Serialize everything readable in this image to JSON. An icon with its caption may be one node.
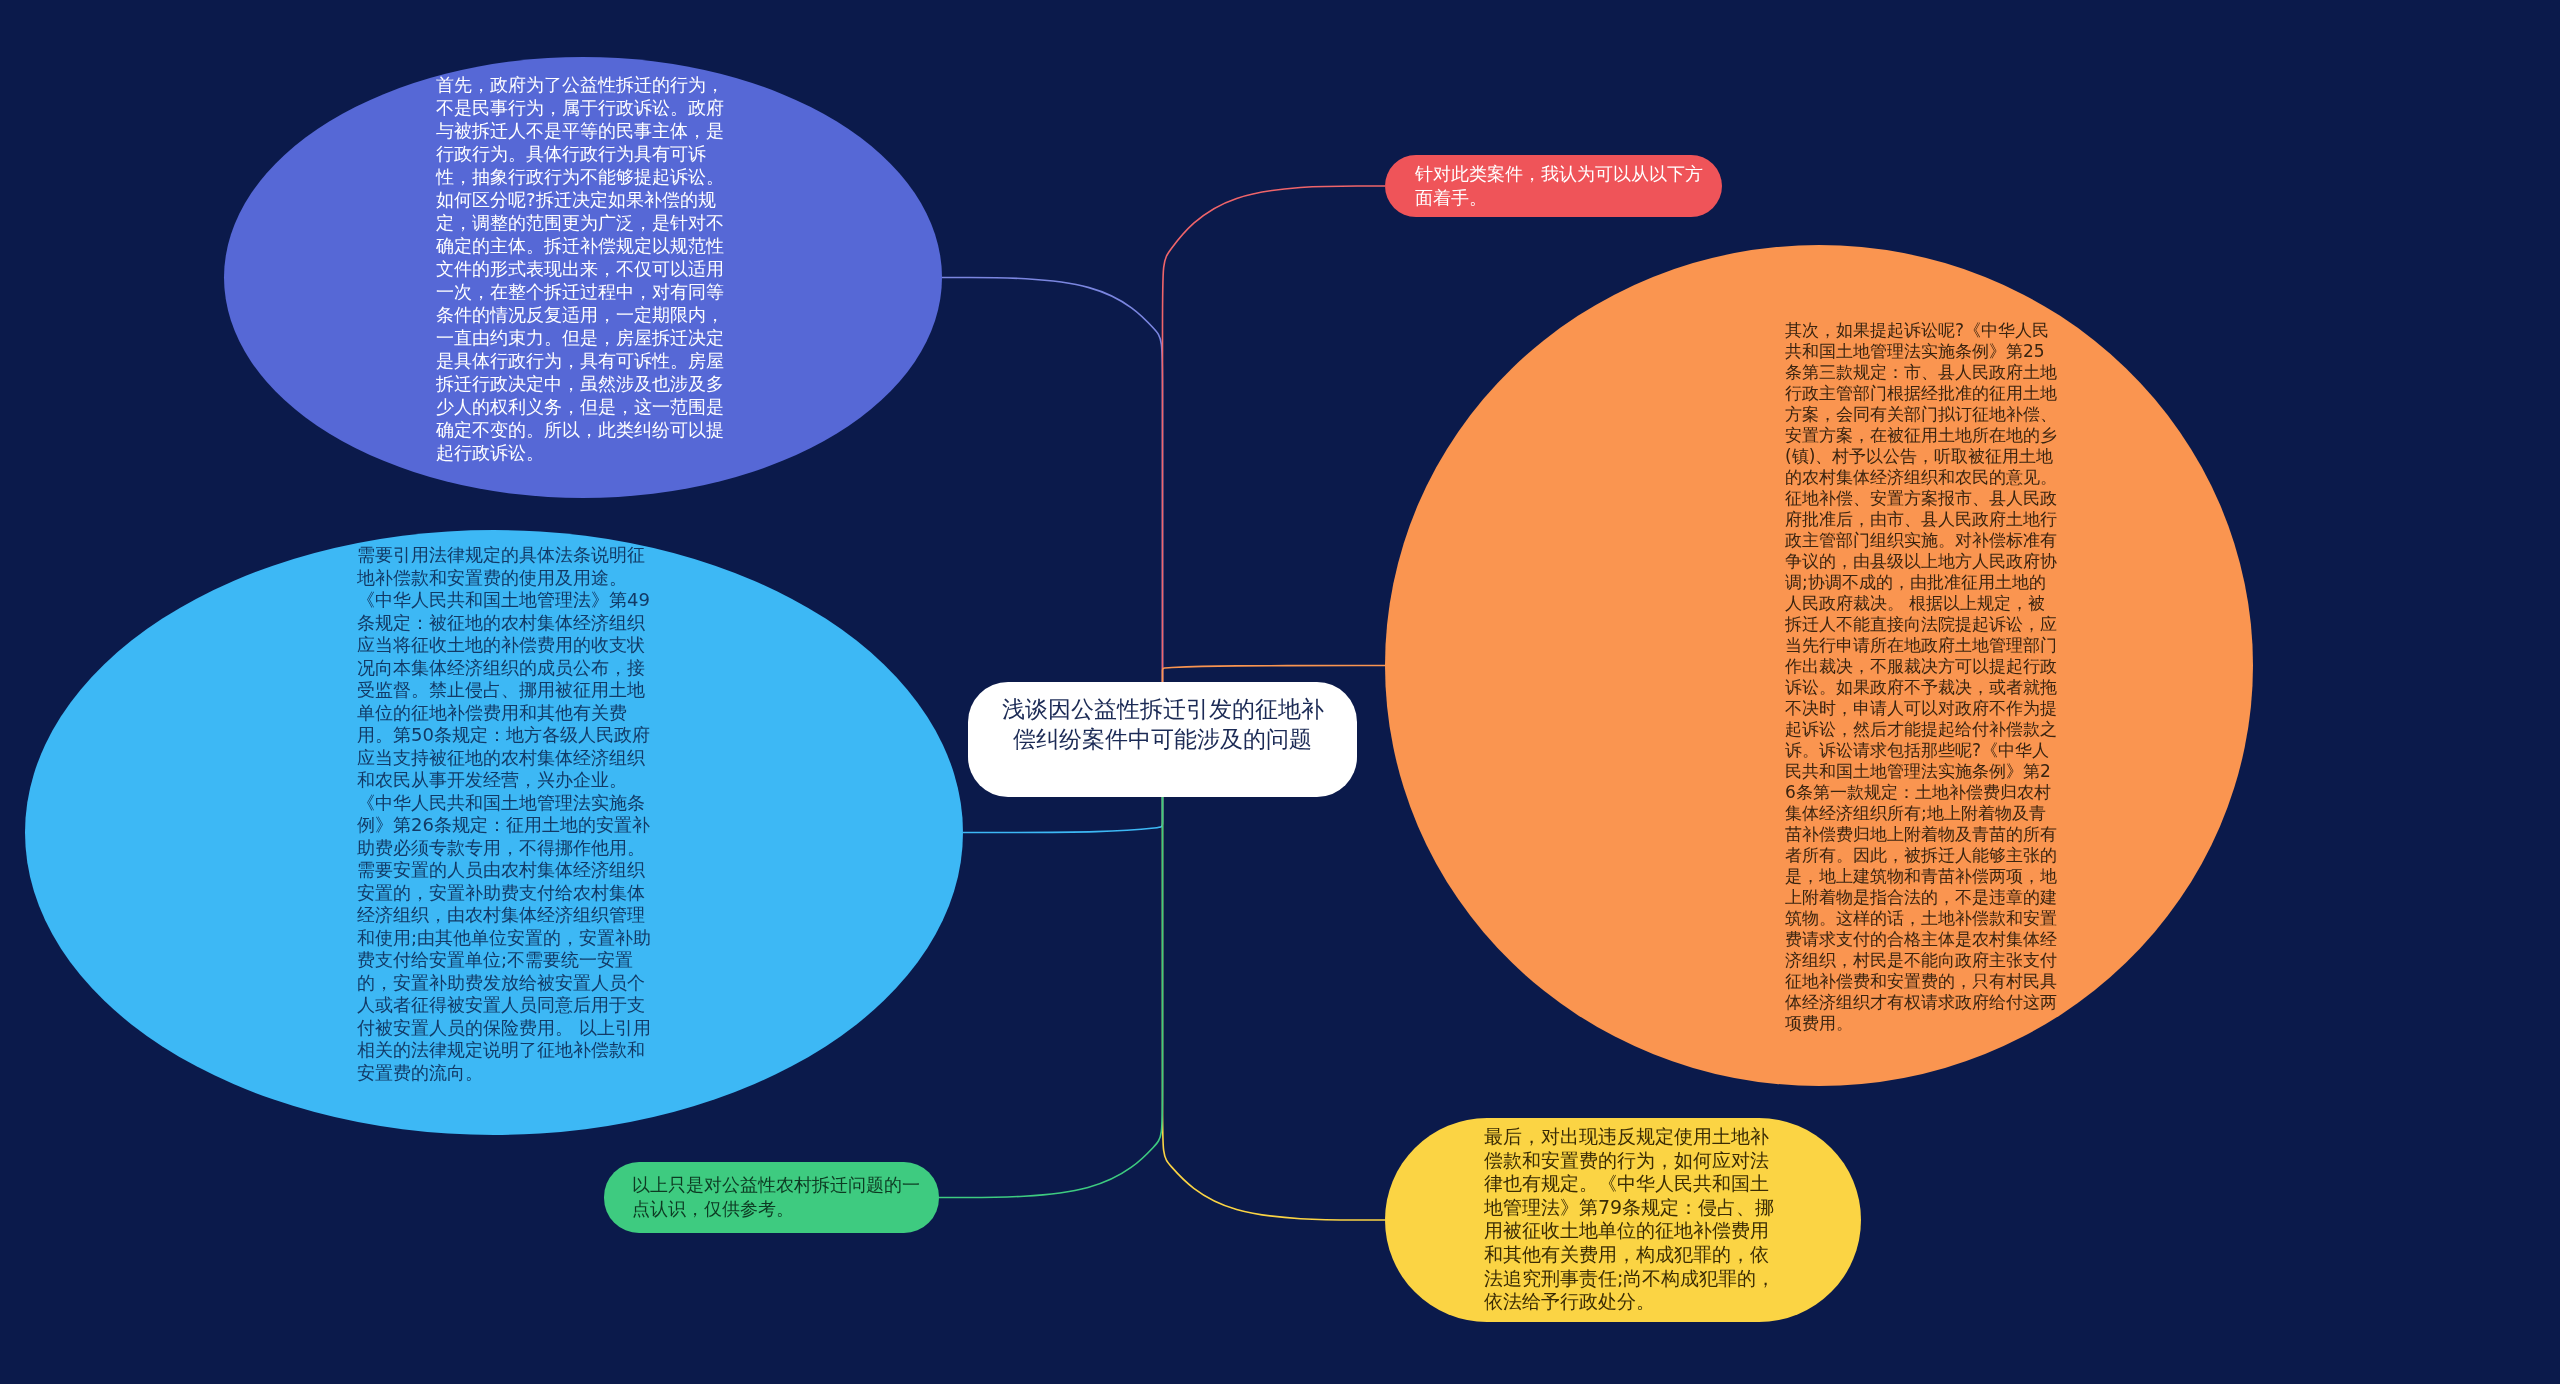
{
  "diagram": {
    "nodes": [
      {
        "text": [
          "浅谈因公益性拆迁引发的征地补偿纠纷案件中可能涉及的问题"
        ]
      },
      {
        "text": [
          "首先，政府为了公益性拆迁的行为，不是民事行为，属于行政诉讼。政府与被拆迁人不是平等的民事主体，是行政行为。具体行政行为具有可诉性，抽象行政行为不能够提起诉讼。如何区分呢?拆迁决定如果补偿的规定，调整的范围更为广泛，是针对不确定的主体。拆迁补偿规定以规范性文件的形式表现出来，不仅可以适用一次，在整个拆迁过程中，对有同等条件的情况反复适用，一定期限内，一直由约束力。但是，房屋拆迁决定是具体行政行为，具有可诉性。房屋拆迁行政决定中，虽然涉及也涉及多少人的权利义务，但是，这一范围是确定不变的。所以，此类纠纷可以提起行政诉讼。"
        ]
      },
      {
        "text": [
          "针对此类案件，我认为可以从以下方面着手。"
        ]
      },
      {
        "text": [
          "其次，如果提起诉讼呢?《中华人民共和国土地管理法实施条例》第25条第三款规定：市、县人民政府土地行政主管部门根据经批准的征用土地方案，会同有关部门拟订征地补偿、安置方案，在被征用土地所在地的乡(镇)、村予以公告，听取被征用土地的农村集体经济组织和农民的意见。征地补偿、安置方案报市、县人民政府批准后，由市、县人民政府土地行政主管部门组织实施。对补偿标准有争议的，由县级以上地方人民政府协调;协调不成的，由批准征用土地的人民政府裁决。 根据以上规定，被拆迁人不能直接向法院提起诉讼，应当先行申请所在地政府土地管理部门作出裁决，不服裁决方可以提起行政诉讼。如果政府不予裁决，或者就拖不决时，申请人可以对政府不作为提起诉讼，然后才能提起给付补偿款之诉。诉讼请求包括那些呢?《中华人民共和国土地管理法实施条例》第26条第一款规定：土地补偿费归农村集体经济组织所有;地上附着物及青苗补偿费归地上附着物及青苗的所有者所有。因此，被拆迁人能够主张的是，地上建筑物和青苗补偿两项，地上附着物是指合法的，不是违章的建筑物。这样的话，土地补偿款和安置费请求支付的合格主体是农村集体经济组织，村民是不能向政府主张支付征地补偿费和安置费的，只有村民具体经济组织才有权请求政府给付这两项费用。"
        ]
      },
      {
        "text": [
          "需要引用法律规定的具体法条说明征地补偿款和安置费的使用及用途。《中华人民共和国土地管理法》第49条规定：被征地的农村集体经济组织应当将征收土地的补偿费用的收支状况向本集体经济组织的成员公布，接受监督。禁止侵占、挪用被征用土地单位的征地补偿费用和其他有关费用。第50条规定：地方各级人民政府应当支持被征地的农村集体经济组织和农民从事开发经营，兴办企业。《中华人民共和国土地管理法实施条例》第26条规定：征用土地的安置补助费必须专款专用，不得挪作他用。需要安置的人员由农村集体经济组织安置的，安置补助费支付给农村集体经济组织，由农村集体经济组织管理和使用;由其他单位安置的，安置补助费支付给安置单位;不需要统一安置的，安置补助费发放给被安置人员个人或者征得被安置人员同意后用于支付被安置人员的保险费用。 以上引用相关的法律规定说明了征地补偿款和安置费的流向。"
        ]
      },
      {
        "text": [
          "最后，对出现违反规定使用土地补偿款和安置费的行为，如何应对法律也有规定。《中华人民共和国土地管理法》第79条规定：侵占、挪用被征收土地单位的征地补偿费用和其他有关费用，构成犯罪的，依法追究刑事责任;尚不构成犯罪的，依法给予行政处分。"
        ]
      },
      {
        "text": [
          "以上只是对公益性农村拆迁问题的一点认识，仅供参考。"
        ]
      }
    ],
    "edges": [
      {
        "from": 0,
        "to": 1,
        "arrow": "none",
        "color": "#7b86e0"
      },
      {
        "from": 0,
        "to": 2,
        "arrow": "none",
        "color": "#f0656a"
      },
      {
        "from": 0,
        "to": 3,
        "arrow": "none",
        "color": "#fa9550"
      },
      {
        "from": 0,
        "to": 4,
        "arrow": "none",
        "color": "#3db8f5"
      },
      {
        "from": 0,
        "to": 5,
        "arrow": "none",
        "color": "#fbd444"
      },
      {
        "from": 0,
        "to": 6,
        "arrow": "none",
        "color": "#3ecb80"
      }
    ]
  }
}
